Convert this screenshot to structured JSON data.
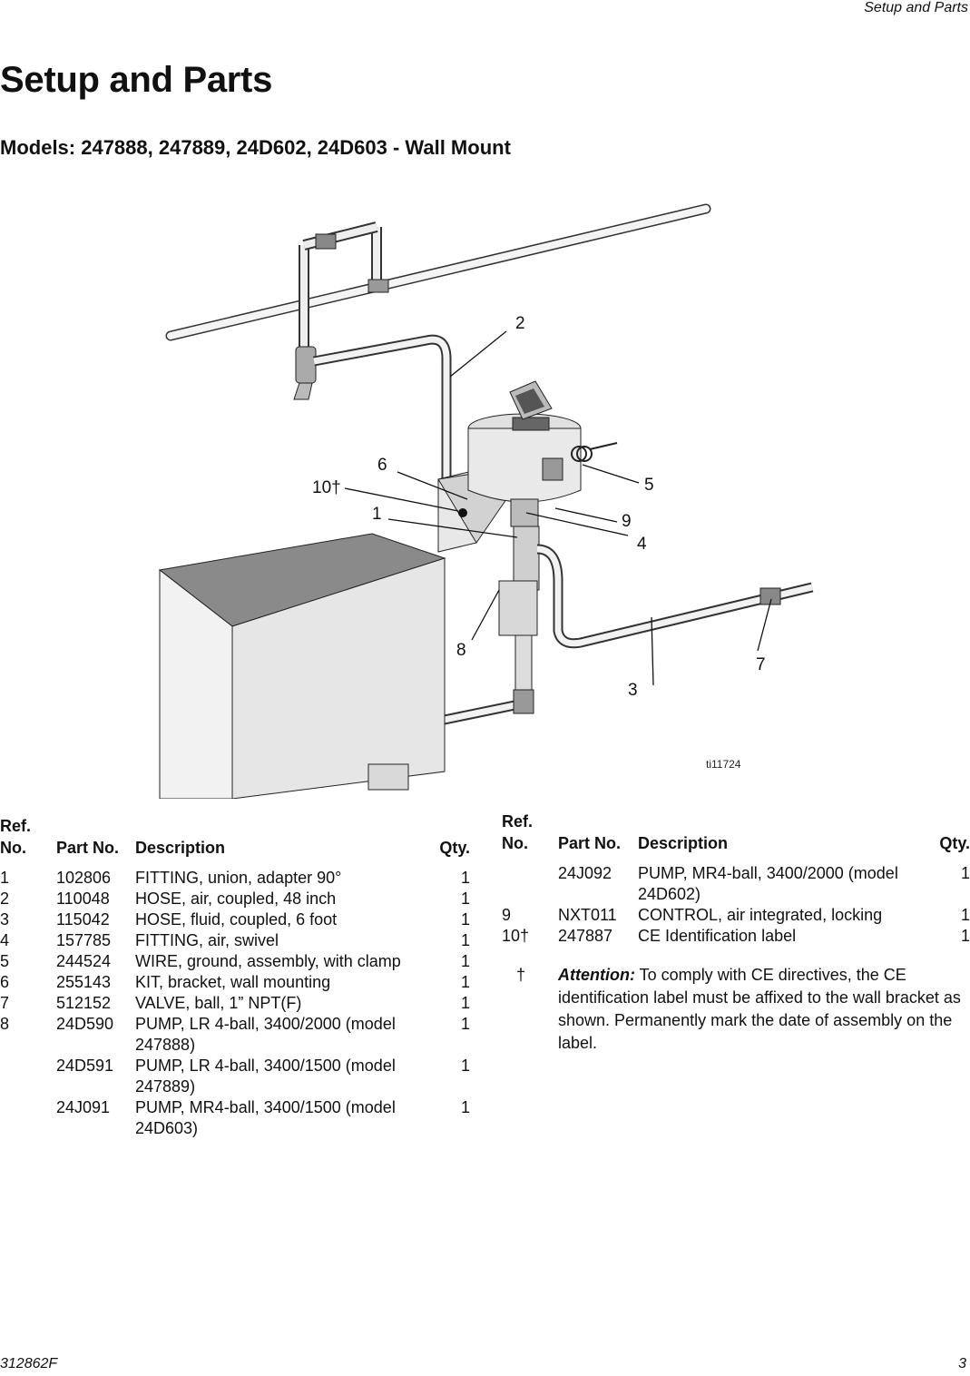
{
  "header": {
    "running_head": "Setup and Parts"
  },
  "page_title": "Setup and Parts",
  "section_title": "Models: 247888, 247889, 24D602, 24D603 - Wall Mount",
  "figure": {
    "id": "ti11724",
    "callouts": [
      "2",
      "6",
      "10†",
      "1",
      "5",
      "9",
      "4",
      "8",
      "7",
      "3"
    ]
  },
  "parts_table_left": {
    "headers": {
      "ref": "Ref.\nNo.",
      "part": "Part No.",
      "desc": "Description",
      "qty": "Qty."
    },
    "rows": [
      {
        "ref": "1",
        "part": "102806",
        "desc": "FITTING, union, adapter 90°",
        "qty": "1"
      },
      {
        "ref": "2",
        "part": "110048",
        "desc": "HOSE, air, coupled, 48 inch",
        "qty": "1"
      },
      {
        "ref": "3",
        "part": "115042",
        "desc": "HOSE, fluid, coupled, 6 foot",
        "qty": "1"
      },
      {
        "ref": "4",
        "part": "157785",
        "desc": "FITTING, air, swivel",
        "qty": "1"
      },
      {
        "ref": "5",
        "part": "244524",
        "desc": "WIRE, ground, assembly, with clamp",
        "qty": "1"
      },
      {
        "ref": "6",
        "part": "255143",
        "desc": "KIT, bracket, wall mounting",
        "qty": "1"
      },
      {
        "ref": "7",
        "part": "512152",
        "desc": "VALVE, ball, 1” NPT(F)",
        "qty": "1"
      },
      {
        "ref": "8",
        "part": "24D590",
        "desc": "PUMP, LR 4-ball, 3400/2000 (model 247888)",
        "qty": "1"
      },
      {
        "ref": "",
        "part": "24D591",
        "desc": "PUMP, LR 4-ball, 3400/1500 (model 247889)",
        "qty": "1"
      },
      {
        "ref": "",
        "part": "24J091",
        "desc": "PUMP, MR4-ball, 3400/1500 (model 24D603)",
        "qty": "1"
      }
    ]
  },
  "parts_table_right": {
    "headers": {
      "ref": "Ref.\nNo.",
      "part": "Part No.",
      "desc": "Description",
      "qty": "Qty."
    },
    "rows": [
      {
        "ref": "",
        "part": "24J092",
        "desc": "PUMP, MR4-ball, 3400/2000 (model 24D602)",
        "qty": "1"
      },
      {
        "ref": "9",
        "part": "NXT011",
        "desc": "CONTROL, air integrated, locking",
        "qty": "1"
      },
      {
        "ref": "10†",
        "part": "247887",
        "desc": "CE Identification label",
        "qty": "1"
      }
    ]
  },
  "note": {
    "symbol": "†",
    "label": "Attention:",
    "text": " To comply with CE directives, the CE identification label must be affixed to the wall bracket as shown. Permanently mark the date of assembly on the label."
  },
  "footer": {
    "doc_number": "312862F",
    "page_number": "3"
  }
}
